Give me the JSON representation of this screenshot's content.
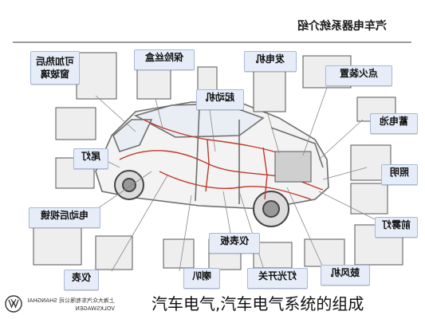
{
  "title": "汽车电器系统介绍",
  "caption": "汽车电气,汽车电气系统的组成",
  "brand_text": "上海大众汽车有限公司 SHANGHAI VOLKSWAGEN",
  "labels": {
    "rear_window_heater": "可加热后窗玻璃",
    "fuse_box": "保险丝盒",
    "alternator": "发电机",
    "ignition": "点火装置",
    "starter": "起动机",
    "battery": "蓄电池",
    "tail_light": "尾灯",
    "lighting": "照明",
    "electric_mirror": "电动后视镜",
    "fog_light": "前雾灯",
    "dashboard": "仪表板",
    "instrument": "仪表",
    "horn": "喇叭",
    "light_switch": "灯光开关",
    "blower": "鼓风机"
  },
  "colors": {
    "label_bg": "#e6edf8",
    "label_border": "#a7b8d8",
    "wiring": "#c0392b",
    "car_outline": "#6f6f6f"
  }
}
